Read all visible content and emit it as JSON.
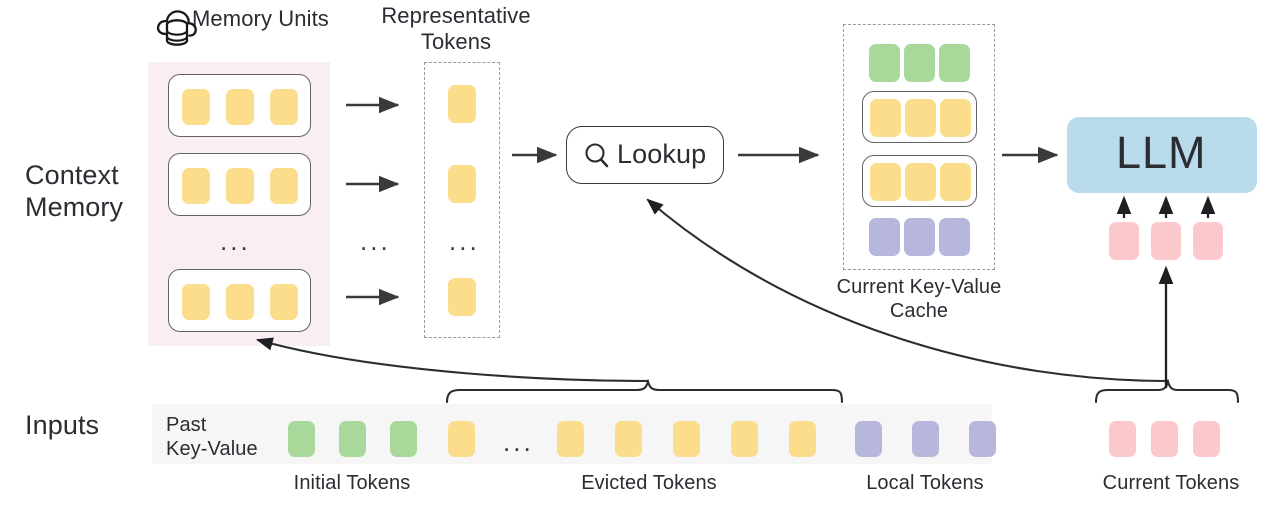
{
  "diagram": {
    "title": "Context Memory LLM inference pipeline",
    "colors": {
      "yellow_token": "#fcdd8b",
      "green_token": "#a9d89b",
      "purple_token": "#b7b7de",
      "pink_token": "#fbc9cc",
      "llm_box": "#b9dbec",
      "context_memory_bg": "#f9eef4",
      "inputs_bar_bg": "#f5f6f5",
      "stroke": "#3a3a3a",
      "dashed_stroke": "#9a9a9a"
    }
  },
  "side_labels": {
    "context_memory": "Context\nMemory",
    "inputs": "Inputs"
  },
  "memory_units": {
    "heading": "Memory Units",
    "icon": "cloud-database-icon",
    "ellipsis": "...",
    "rows": [
      {
        "tokens": [
          "yellow",
          "yellow",
          "yellow"
        ]
      },
      {
        "tokens": [
          "yellow",
          "yellow",
          "yellow"
        ]
      },
      {
        "tokens": [
          "yellow",
          "yellow",
          "yellow"
        ]
      }
    ]
  },
  "representative_tokens": {
    "heading": "Representative\nTokens",
    "ellipsis": "...",
    "arrow_ellipsis": "...",
    "tokens": [
      "yellow",
      "yellow",
      "yellow"
    ]
  },
  "lookup": {
    "label": "Lookup",
    "icon": "search-icon"
  },
  "kv_cache": {
    "caption": "Current Key-Value\nCache",
    "rows": [
      {
        "boxed": false,
        "tokens": [
          "green",
          "green",
          "green"
        ]
      },
      {
        "boxed": true,
        "tokens": [
          "yellow",
          "yellow",
          "yellow"
        ]
      },
      {
        "boxed": true,
        "tokens": [
          "yellow",
          "yellow",
          "yellow"
        ]
      },
      {
        "boxed": false,
        "tokens": [
          "purple",
          "purple",
          "purple"
        ]
      }
    ]
  },
  "llm": {
    "label": "LLM",
    "input_tokens": [
      "pink",
      "pink",
      "pink"
    ]
  },
  "inputs": {
    "past_key_value_label": "Past\nKey-Value",
    "ellipsis": "...",
    "groups": [
      {
        "name": "initial",
        "caption": "Initial Tokens",
        "tokens": [
          "green",
          "green",
          "green"
        ]
      },
      {
        "name": "evicted",
        "caption": "Evicted Tokens",
        "tokens": [
          "yellow",
          "yellow",
          "yellow",
          "yellow",
          "yellow",
          "yellow",
          "yellow"
        ]
      },
      {
        "name": "local",
        "caption": "Local Tokens",
        "tokens": [
          "purple",
          "purple",
          "purple"
        ]
      },
      {
        "name": "current",
        "caption": "Current Tokens",
        "tokens": [
          "pink",
          "pink",
          "pink"
        ]
      }
    ]
  }
}
